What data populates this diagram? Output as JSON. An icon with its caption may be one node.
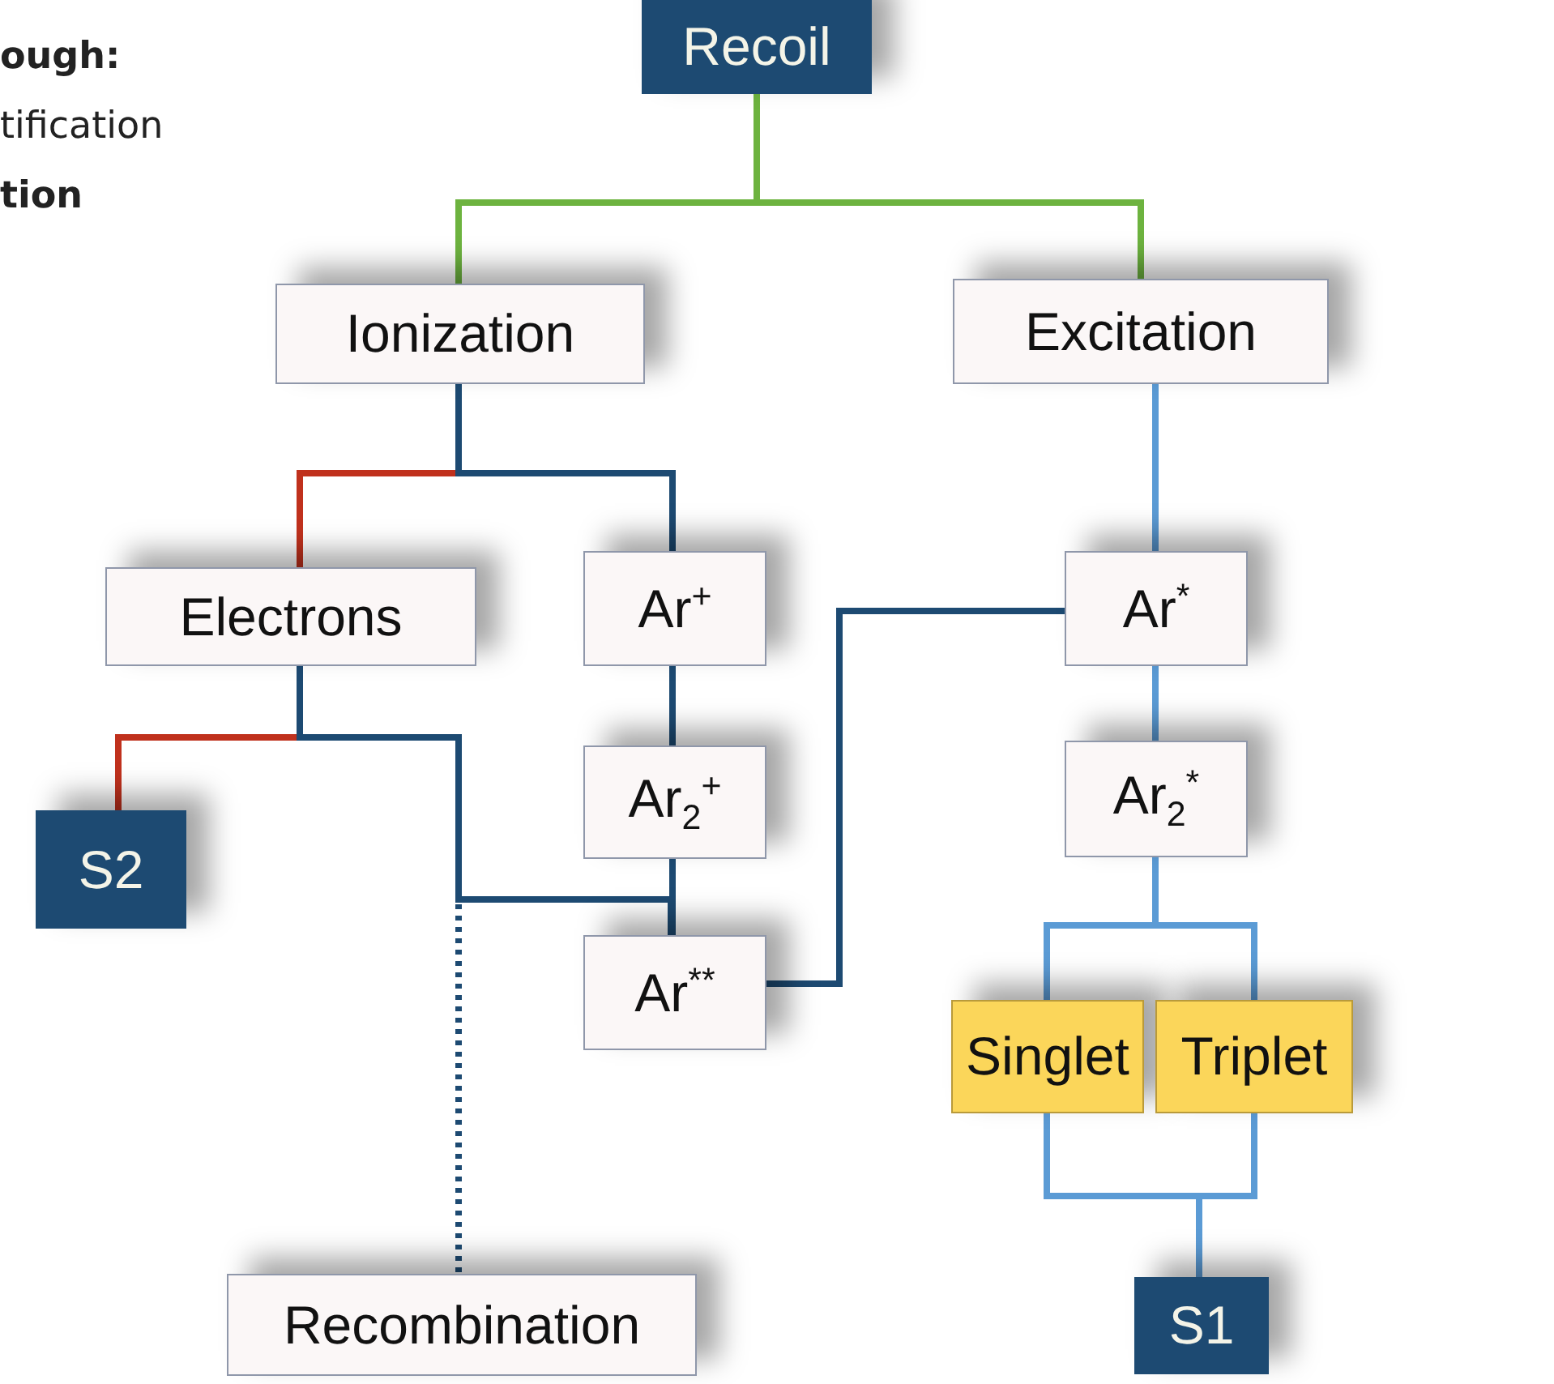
{
  "diagram": {
    "nodes": [
      {
        "text": [
          "Recoil"
        ]
      },
      {
        "text": [
          "Ionization"
        ]
      },
      {
        "text": [
          "Excitation"
        ]
      },
      {
        "text": [
          "Electrons"
        ]
      },
      {
        "text": [
          "Ar$^{+}$"
        ]
      },
      {
        "text": [
          "Ar$^{*}$"
        ]
      },
      {
        "text": [
          "Ar$_{2}$$^{+}$"
        ]
      },
      {
        "text": [
          "Ar$_{2}$$^{*}$"
        ]
      },
      {
        "text": [
          "S2"
        ]
      },
      {
        "text": [
          "Ar$^{**}$"
        ]
      },
      {
        "text": [
          "Singlet"
        ]
      },
      {
        "text": [
          "Triplet"
        ]
      },
      {
        "text": [
          "Recombination"
        ]
      },
      {
        "text": [
          "S1"
        ]
      }
    ],
    "edges": [
      {
        "from": 0,
        "to": 1,
        "arrow": "none",
        "color": "#6db33f"
      },
      {
        "from": 0,
        "to": 2,
        "arrow": "none",
        "color": "#6db33f"
      },
      {
        "from": 1,
        "to": 3,
        "arrow": "none",
        "color": "#c0311d"
      },
      {
        "from": 1,
        "to": 4,
        "arrow": "none"
      },
      {
        "from": 2,
        "to": 5,
        "arrow": "none",
        "color": "#5b9bd5"
      },
      {
        "from": 3,
        "to": 8,
        "arrow": "none",
        "color": "#c0311d"
      },
      {
        "from": 3,
        "to": 9,
        "arrow": "none"
      },
      {
        "from": 3,
        "to": 12,
        "arrow": "none",
        "style": "dashed"
      },
      {
        "from": 4,
        "to": 6,
        "arrow": "none"
      },
      {
        "from": 6,
        "to": 9,
        "arrow": "none"
      },
      {
        "from": 5,
        "to": 9,
        "arrow": "none"
      },
      {
        "from": 5,
        "to": 7,
        "arrow": "none",
        "color": "#5b9bd5"
      },
      {
        "from": 7,
        "to": 10,
        "arrow": "none",
        "color": "#5b9bd5"
      },
      {
        "from": 7,
        "to": 11,
        "arrow": "none",
        "color": "#5b9bd5"
      },
      {
        "from": 10,
        "to": 13,
        "arrow": "none",
        "color": "#5b9bd5"
      },
      {
        "from": 11,
        "to": 13,
        "arrow": "none",
        "color": "#5b9bd5"
      }
    ],
    "labels": [
      "ough:",
      "tification",
      "tion"
    ]
  }
}
